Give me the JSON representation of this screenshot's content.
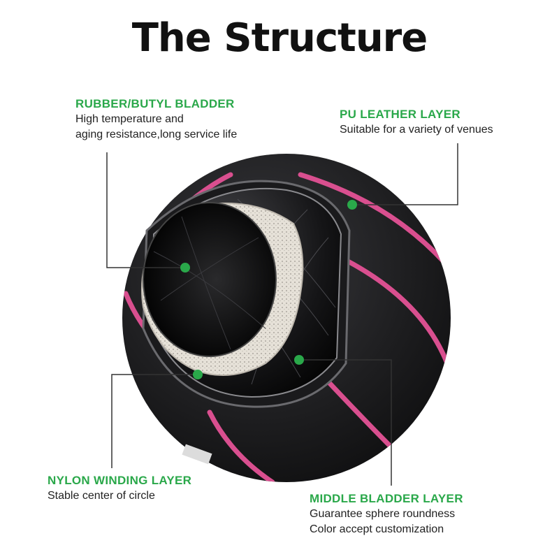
{
  "title": "The Structure",
  "layers": {
    "rubber_bladder": {
      "heading": "RUBBER/BUTYL BLADDER",
      "lines": [
        "High temperature and",
        "aging resistance,long service life"
      ]
    },
    "pu_leather": {
      "heading": "PU LEATHER LAYER",
      "lines": [
        "Suitable for a variety of venues"
      ]
    },
    "nylon_winding": {
      "heading": "NYLON WINDING LAYER",
      "lines": [
        "Stable center of circle"
      ]
    },
    "middle_bladder": {
      "heading": "MIDDLE BLADDER LAYER",
      "lines": [
        "Guarantee sphere roundness",
        "Color accept customization"
      ]
    }
  },
  "colors": {
    "accent_green": "#2aa84a",
    "ball_black": "#1b1b1d",
    "stripe_pink": "#d94f8f",
    "nylon_white": "#e8e4dc"
  }
}
